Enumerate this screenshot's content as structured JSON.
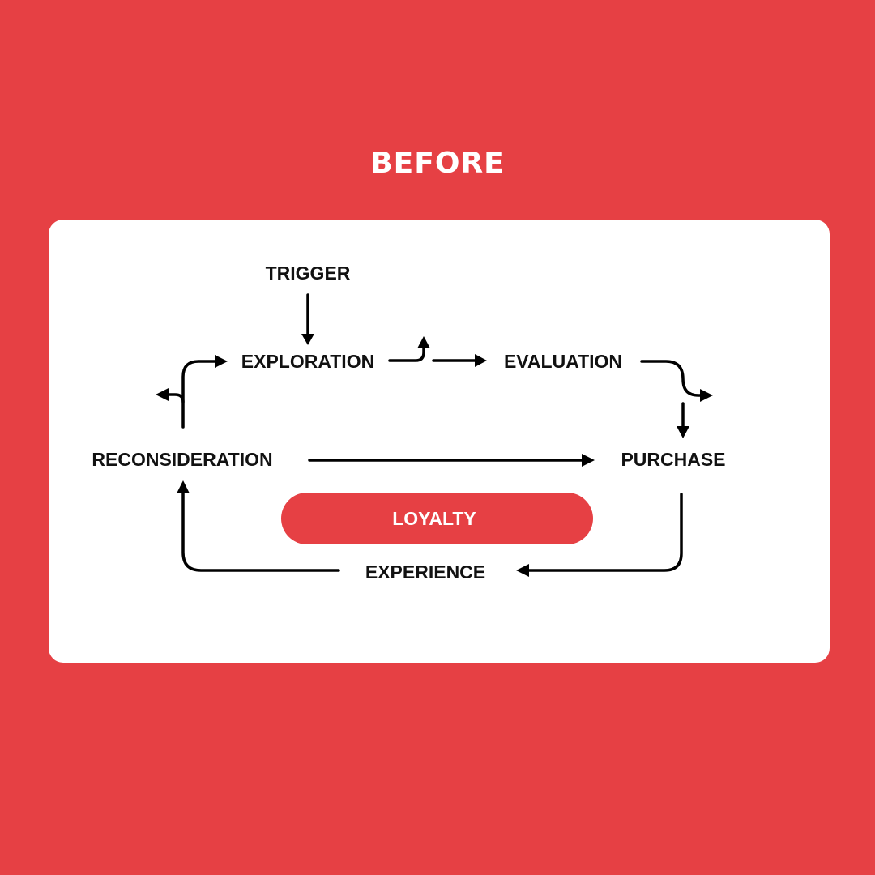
{
  "header": {
    "title": "BEFORE"
  },
  "diagram": {
    "nodes": {
      "trigger": "TRIGGER",
      "exploration": "EXPLORATION",
      "evaluation": "EVALUATION",
      "reconsideration": "RECONSIDERATION",
      "purchase": "PURCHASE",
      "experience": "EXPERIENCE",
      "loyalty": "LOYALTY"
    },
    "edges": [
      [
        "TRIGGER",
        "EXPLORATION"
      ],
      [
        "EXPLORATION",
        "EVALUATION"
      ],
      [
        "EVALUATION",
        "PURCHASE"
      ],
      [
        "RECONSIDERATION",
        "PURCHASE"
      ],
      [
        "PURCHASE",
        "EXPERIENCE"
      ],
      [
        "EXPERIENCE",
        "RECONSIDERATION"
      ],
      [
        "RECONSIDERATION",
        "EXPLORATION"
      ]
    ]
  },
  "colors": {
    "background": "#E64044",
    "card": "#FFFFFF",
    "accent": "#E64044",
    "text": "#111111",
    "arrow": "#000000"
  }
}
